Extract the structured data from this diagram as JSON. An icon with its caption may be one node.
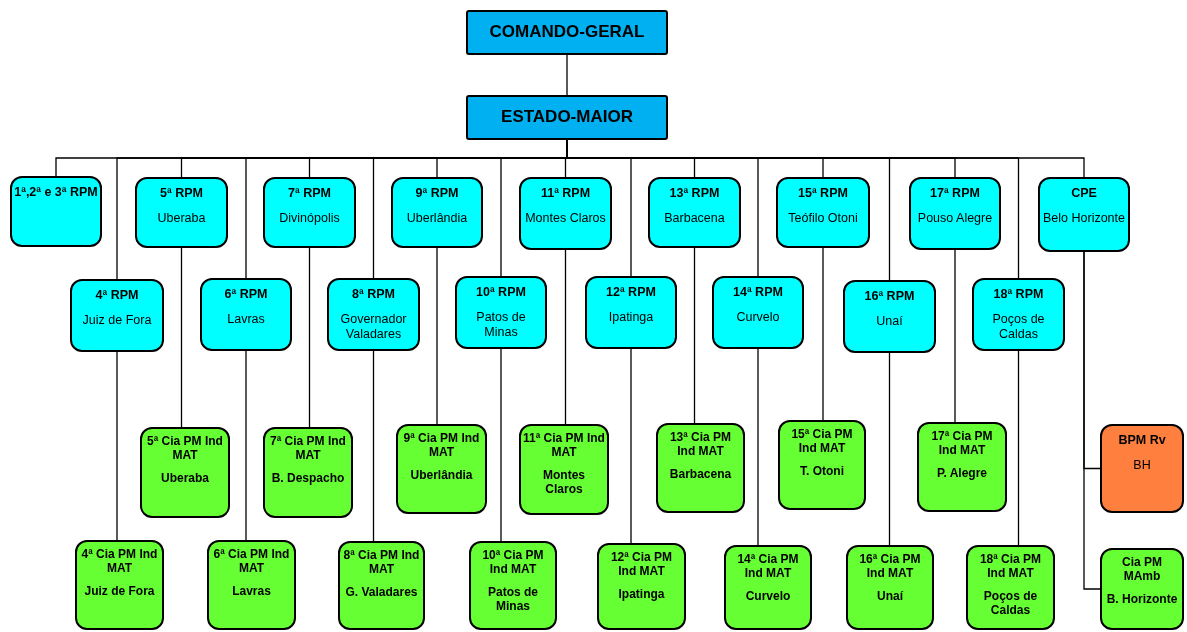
{
  "diagram": {
    "nodes": [
      {
        "text": [
          "COMANDO-GERAL"
        ]
      },
      {
        "text": [
          "ESTADO-MAIOR"
        ]
      },
      {
        "text": [
          "1ª,2ª e 3ª RPM"
        ]
      },
      {
        "text": [
          "5ª RPM",
          "Uberaba"
        ]
      },
      {
        "text": [
          "7ª RPM",
          "Divinópolis"
        ]
      },
      {
        "text": [
          "9ª RPM",
          "Uberlândia"
        ]
      },
      {
        "text": [
          "11ª RPM",
          "Montes Claros"
        ]
      },
      {
        "text": [
          "13ª RPM",
          "Barbacena"
        ]
      },
      {
        "text": [
          "15ª RPM",
          "Teófilo Otoni"
        ]
      },
      {
        "text": [
          "17ª RPM",
          "Pouso Alegre"
        ]
      },
      {
        "text": [
          "CPE",
          "Belo Horizonte"
        ]
      },
      {
        "text": [
          "4ª RPM",
          "Juiz de Fora"
        ]
      },
      {
        "text": [
          "6ª RPM",
          "Lavras"
        ]
      },
      {
        "text": [
          "8ª RPM",
          "Governador Valadares"
        ]
      },
      {
        "text": [
          "10ª RPM",
          "Patos de Minas"
        ]
      },
      {
        "text": [
          "12ª RPM",
          "Ipatinga"
        ]
      },
      {
        "text": [
          "14ª RPM",
          "Curvelo"
        ]
      },
      {
        "text": [
          "16ª RPM",
          "Unaí"
        ]
      },
      {
        "text": [
          "18ª RPM",
          "Poços de Caldas"
        ]
      },
      {
        "text": [
          "5ª Cia PM Ind MAT",
          "Uberaba"
        ]
      },
      {
        "text": [
          "7ª Cia PM Ind MAT",
          "B. Despacho"
        ]
      },
      {
        "text": [
          "9ª Cia PM Ind MAT",
          "Uberlândia"
        ]
      },
      {
        "text": [
          "11ª Cia PM Ind MAT",
          "Montes Claros"
        ]
      },
      {
        "text": [
          "13ª Cia PM Ind MAT",
          "Barbacena"
        ]
      },
      {
        "text": [
          "15ª Cia PM Ind MAT",
          "T.  Otoni"
        ]
      },
      {
        "text": [
          "17ª Cia PM Ind MAT",
          "P. Alegre"
        ]
      },
      {
        "text": [
          "BPM Rv",
          "BH"
        ]
      },
      {
        "text": [
          "4ª Cia PM Ind MAT",
          "Juiz de Fora"
        ]
      },
      {
        "text": [
          "6ª Cia PM Ind MAT",
          "Lavras"
        ]
      },
      {
        "text": [
          "8ª Cia PM Ind MAT",
          "G. Valadares"
        ]
      },
      {
        "text": [
          "10ª Cia PM Ind MAT",
          "Patos de Minas"
        ]
      },
      {
        "text": [
          "12ª Cia PM Ind MAT",
          "Ipatinga"
        ]
      },
      {
        "text": [
          "14ª Cia PM Ind MAT",
          "Curvelo"
        ]
      },
      {
        "text": [
          "16ª Cia PM Ind MAT",
          "Unaí"
        ]
      },
      {
        "text": [
          "18ª Cia PM Ind MAT",
          "Poços de Caldas"
        ]
      },
      {
        "text": [
          "Cia PM MAmb",
          "B. Horizonte"
        ]
      }
    ],
    "edges": [
      {
        "from": 0,
        "to": 1,
        "arrow": "none"
      },
      {
        "from": 1,
        "to": 2,
        "arrow": "none"
      },
      {
        "from": 1,
        "to": 11,
        "arrow": "none"
      },
      {
        "from": 1,
        "to": 3,
        "arrow": "none"
      },
      {
        "from": 1,
        "to": 12,
        "arrow": "none"
      },
      {
        "from": 1,
        "to": 4,
        "arrow": "none"
      },
      {
        "from": 1,
        "to": 13,
        "arrow": "none"
      },
      {
        "from": 1,
        "to": 5,
        "arrow": "none"
      },
      {
        "from": 1,
        "to": 14,
        "arrow": "none"
      },
      {
        "from": 1,
        "to": 6,
        "arrow": "none"
      },
      {
        "from": 1,
        "to": 15,
        "arrow": "none"
      },
      {
        "from": 1,
        "to": 7,
        "arrow": "none"
      },
      {
        "from": 1,
        "to": 16,
        "arrow": "none"
      },
      {
        "from": 1,
        "to": 8,
        "arrow": "none"
      },
      {
        "from": 1,
        "to": 17,
        "arrow": "none"
      },
      {
        "from": 1,
        "to": 9,
        "arrow": "none"
      },
      {
        "from": 1,
        "to": 18,
        "arrow": "none"
      },
      {
        "from": 1,
        "to": 10,
        "arrow": "none"
      },
      {
        "from": 3,
        "to": 19,
        "arrow": "none"
      },
      {
        "from": 4,
        "to": 20,
        "arrow": "none"
      },
      {
        "from": 5,
        "to": 21,
        "arrow": "none"
      },
      {
        "from": 6,
        "to": 22,
        "arrow": "none"
      },
      {
        "from": 7,
        "to": 23,
        "arrow": "none"
      },
      {
        "from": 8,
        "to": 24,
        "arrow": "none"
      },
      {
        "from": 9,
        "to": 25,
        "arrow": "none"
      },
      {
        "from": 10,
        "to": 26,
        "arrow": "none"
      },
      {
        "from": 11,
        "to": 27,
        "arrow": "none"
      },
      {
        "from": 12,
        "to": 28,
        "arrow": "none"
      },
      {
        "from": 13,
        "to": 29,
        "arrow": "none"
      },
      {
        "from": 14,
        "to": 30,
        "arrow": "none"
      },
      {
        "from": 15,
        "to": 31,
        "arrow": "none"
      },
      {
        "from": 16,
        "to": 32,
        "arrow": "none"
      },
      {
        "from": 17,
        "to": 33,
        "arrow": "none"
      },
      {
        "from": 18,
        "to": 34,
        "arrow": "none"
      },
      {
        "from": 10,
        "to": 35,
        "arrow": "none"
      }
    ]
  }
}
